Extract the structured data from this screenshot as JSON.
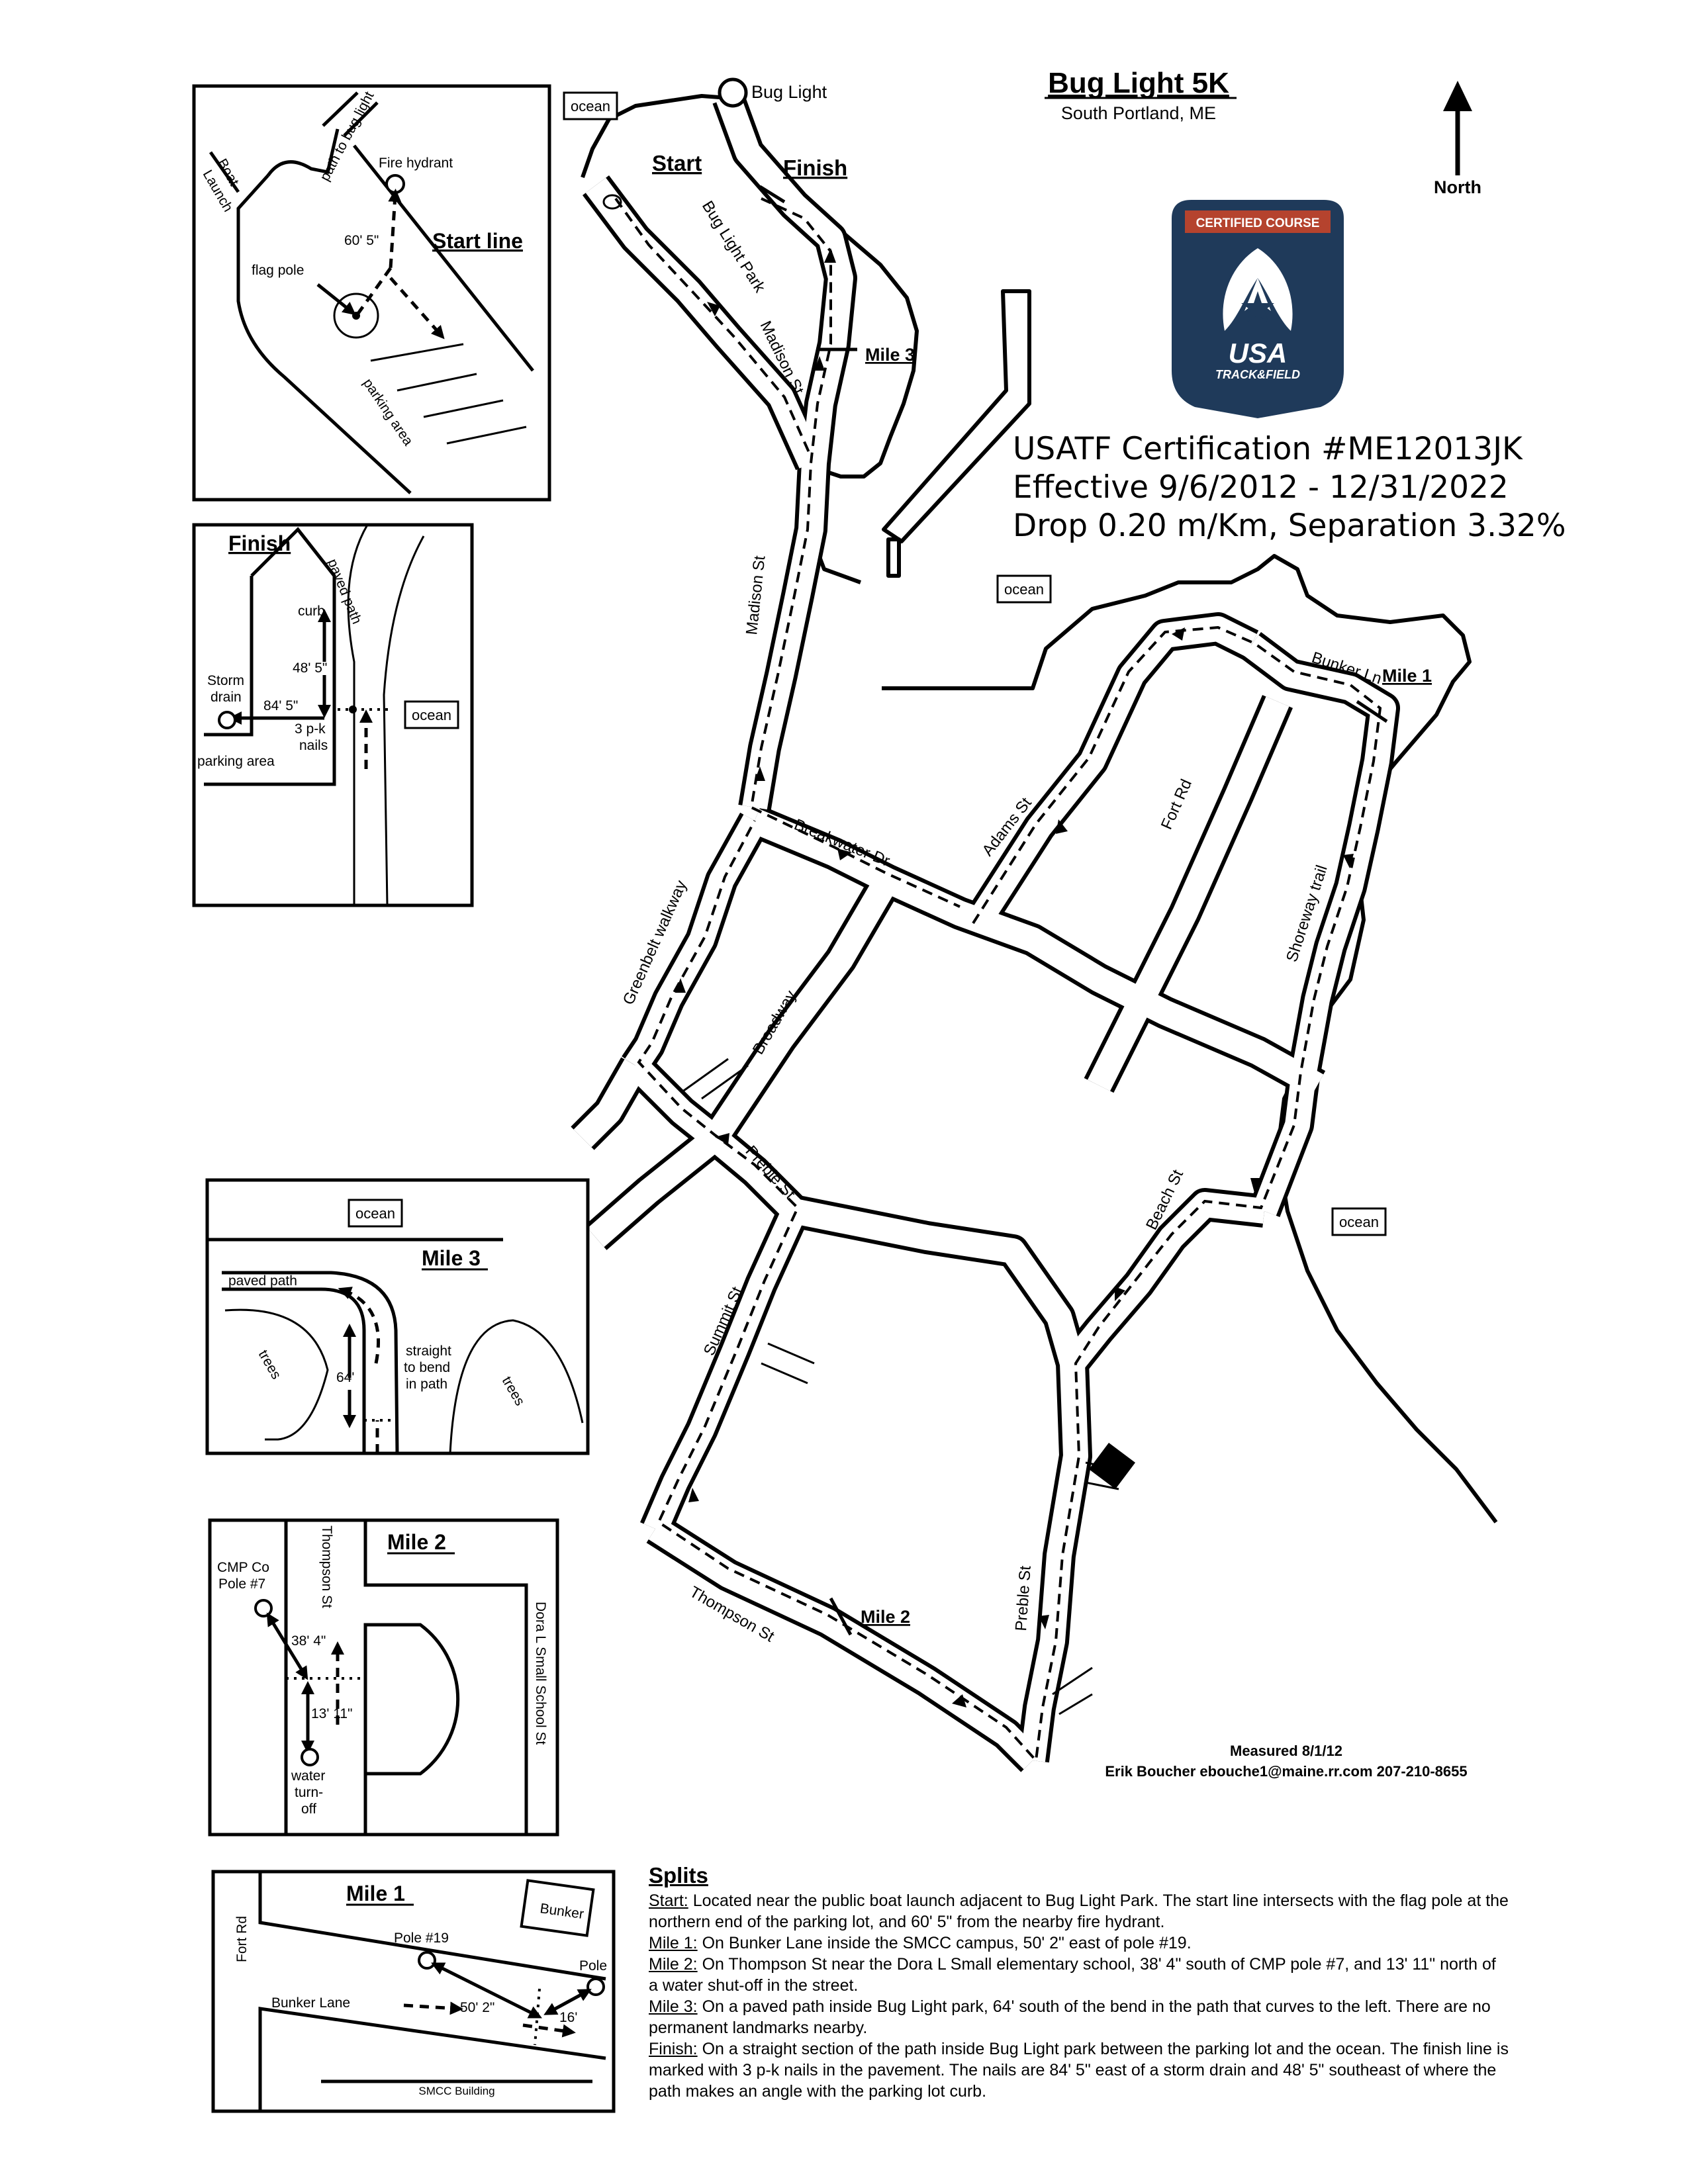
{
  "header": {
    "title": "Bug Light 5K",
    "subtitle": "South Portland, ME",
    "north_label": "North"
  },
  "badge": {
    "top_text": "CERTIFIED COURSE",
    "org_text": "USA",
    "org_sub": "TRACK&FIELD",
    "colors": {
      "navy": "#1f3a5a",
      "red": "#b5432e",
      "white": "#ffffff"
    }
  },
  "certification": {
    "line1": "USATF Certification #ME12013JK",
    "line2": "Effective 9/6/2012 - 12/31/2022",
    "line3": "Drop 0.20 m/Km, Separation 3.32%"
  },
  "map": {
    "labels": {
      "bug_light": "Bug Light",
      "start": "Start",
      "finish": "Finish",
      "mile3": "Mile 3",
      "mile2": "Mile 2",
      "mile1": "Mile 1",
      "ocean": "ocean",
      "bug_light_park": "Bug Light Park",
      "madison_st": "Madison St",
      "breakwater_dr": "Breakwater Dr",
      "adams_st": "Adams St",
      "fort_rd": "Fort Rd",
      "bunker_ln": "Bunker Ln",
      "shoreway_trail": "Shoreway trail",
      "greenbelt_walkway": "Greenbelt walkway",
      "broadway": "Broadway",
      "preble_st": "Preble St",
      "beach_st": "Beach St",
      "summit_st": "Summit St",
      "thompson_st": "Thompson St"
    },
    "measured": "Measured 8/1/12",
    "measurer": "Erik Boucher ebouche1@maine.rr.com 207-210-8655"
  },
  "inset_start": {
    "path_to_bug_light": "path to bug light",
    "boat_launch_1": "Boat",
    "boat_launch_2": "Launch",
    "fire_hydrant": "Fire hydrant",
    "distance": "60' 5\"",
    "start_line": "Start line",
    "flag_pole": "flag pole",
    "parking_area": "parking area"
  },
  "inset_finish": {
    "title": "Finish",
    "paved_path": "paved path",
    "curb": "curb",
    "d1": "48' 5\"",
    "storm_drain_1": "Storm",
    "storm_drain_2": "drain",
    "d2": "84' 5\"",
    "nails_1": "3 p-k",
    "nails_2": "nails",
    "ocean": "ocean",
    "parking_area": "parking area"
  },
  "inset_mile3": {
    "title": "Mile 3",
    "ocean": "ocean",
    "paved_path": "paved path",
    "trees": "trees",
    "distance": "64'",
    "note_1": "straight",
    "note_2": "to bend",
    "note_3": "in path"
  },
  "inset_mile2": {
    "title": "Mile 2",
    "cmp_1": "CMP Co",
    "cmp_2": "Pole #7",
    "thompson": "Thompson St",
    "d1": "38' 4\"",
    "d2": "13' 11\"",
    "water_1": "water",
    "water_2": "turn-",
    "water_3": "off",
    "school": "Dora L Small School St"
  },
  "inset_mile1": {
    "title": "Mile 1",
    "fort_rd": "Fort Rd",
    "bunker": "Bunker",
    "pole19": "Pole #19",
    "pole": "Pole",
    "bunker_lane": "Bunker Lane",
    "d1": "50' 2\"",
    "d2": "16'",
    "smcc": "SMCC Building"
  },
  "splits": {
    "heading": "Splits",
    "items": [
      {
        "key": "Start:",
        "text": " Located near the public boat launch adjacent to Bug Light Park. The start line intersects with the flag pole at the northern end of the parking lot, and 60' 5\" from the nearby fire hydrant."
      },
      {
        "key": "Mile 1:",
        "text": " On Bunker Lane inside the SMCC campus, 50' 2\" east of pole #19."
      },
      {
        "key": "Mile 2:",
        "text": " On Thompson St near the Dora L Small elementary school, 38' 4\" south of CMP pole #7, and 13' 11\" north of a water shut-off in the street."
      },
      {
        "key": "Mile 3:",
        "text": " On a paved path inside Bug Light park, 64' south of the bend in the path that curves to the left. There are no permanent landmarks nearby."
      },
      {
        "key": "Finish:",
        "text": " On a straight section of the path inside Bug Light park between the parking lot and the ocean. The finish line is marked with 3 p-k nails in the pavement. The nails are 84' 5\" east of a storm drain and 48' 5\" southeast of where the path makes an angle with the parking lot curb."
      }
    ]
  }
}
